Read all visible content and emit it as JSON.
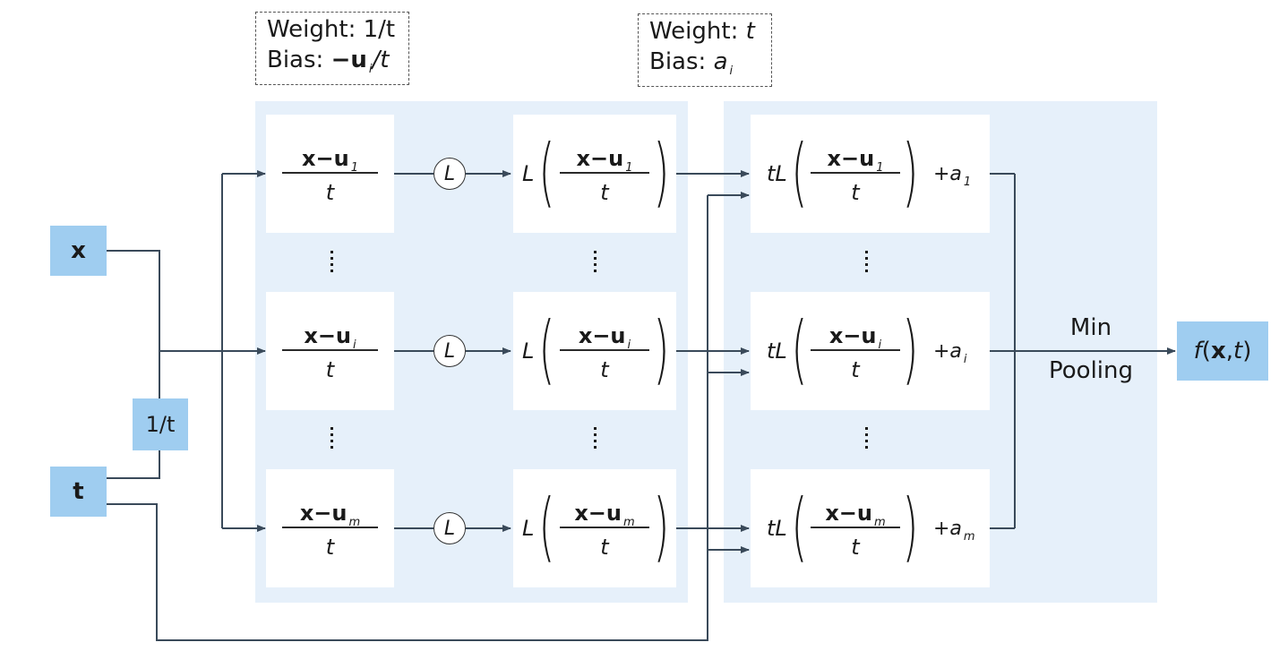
{
  "inputs": {
    "x": "x",
    "t": "t",
    "recip": "1/t"
  },
  "notes": {
    "left": {
      "weight_label": "Weight: ",
      "weight_value": "1/t",
      "bias_label": "Bias: ",
      "bias_value": "−u",
      "bias_sub": "i",
      "bias_tail": "/t"
    },
    "right": {
      "weight_label": "Weight: ",
      "weight_value": "t",
      "bias_label": "Bias: ",
      "bias_value": "a",
      "bias_sub": "i"
    }
  },
  "rows": [
    {
      "num": "x−u",
      "sub": "1",
      "den": "t",
      "bias": "+a",
      "bias_sub": "1"
    },
    {
      "num": "x−u",
      "sub": "i",
      "den": "t",
      "bias": "+a",
      "bias_sub": "i"
    },
    {
      "num": "x−u",
      "sub": "m",
      "den": "t",
      "bias": "+a",
      "bias_sub": "m"
    }
  ],
  "activation": "L",
  "scaled_prefix": "tL",
  "pooling": {
    "line1": "Min",
    "line2": "Pooling"
  },
  "output": {
    "f": "f",
    "open": "(",
    "x": "x",
    "comma": ",",
    "t": "t",
    "close": ")"
  },
  "colors": {
    "panel": "#e6f0fa",
    "input_box": "#9fcdf0",
    "line": "#3a4a5a"
  }
}
